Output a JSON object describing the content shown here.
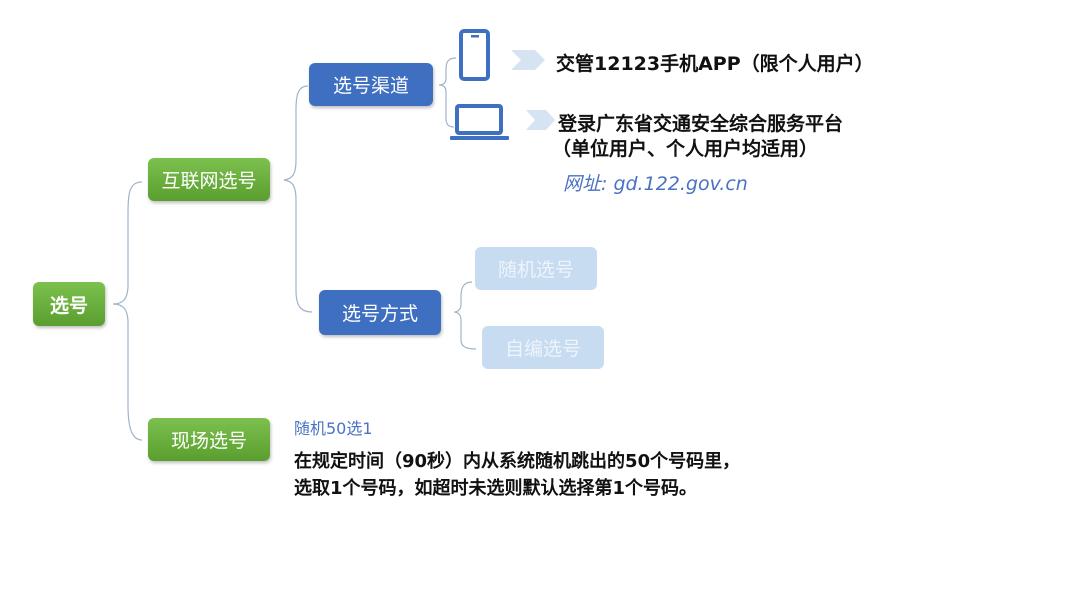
{
  "root": {
    "label": "选号"
  },
  "internet": {
    "label": "互联网选号",
    "channel": {
      "label": "选号渠道",
      "app": {
        "icon": "phone-icon",
        "text": "交管12123手机APP（限个人用户）"
      },
      "web": {
        "icon": "laptop-icon",
        "line1": "登录广东省交通安全综合服务平台",
        "line2": "（单位用户、个人用户均适用）",
        "url": "网址: gd.122.gov.cn"
      }
    },
    "method": {
      "label": "选号方式",
      "options": [
        "随机选号",
        "自编选号"
      ]
    }
  },
  "onsite": {
    "label": "现场选号",
    "subtitle": "随机50选1",
    "desc_line1": "在规定时间（90秒）内从系统随机跳出的50个号码里，",
    "desc_line2": "选取1个号码，如超时未选则默认选择第1个号码。"
  },
  "colors": {
    "green": "#6aae3c",
    "blue": "#3f6fc1",
    "light": "#c7dbf1",
    "accent_text": "#4a72c4"
  }
}
